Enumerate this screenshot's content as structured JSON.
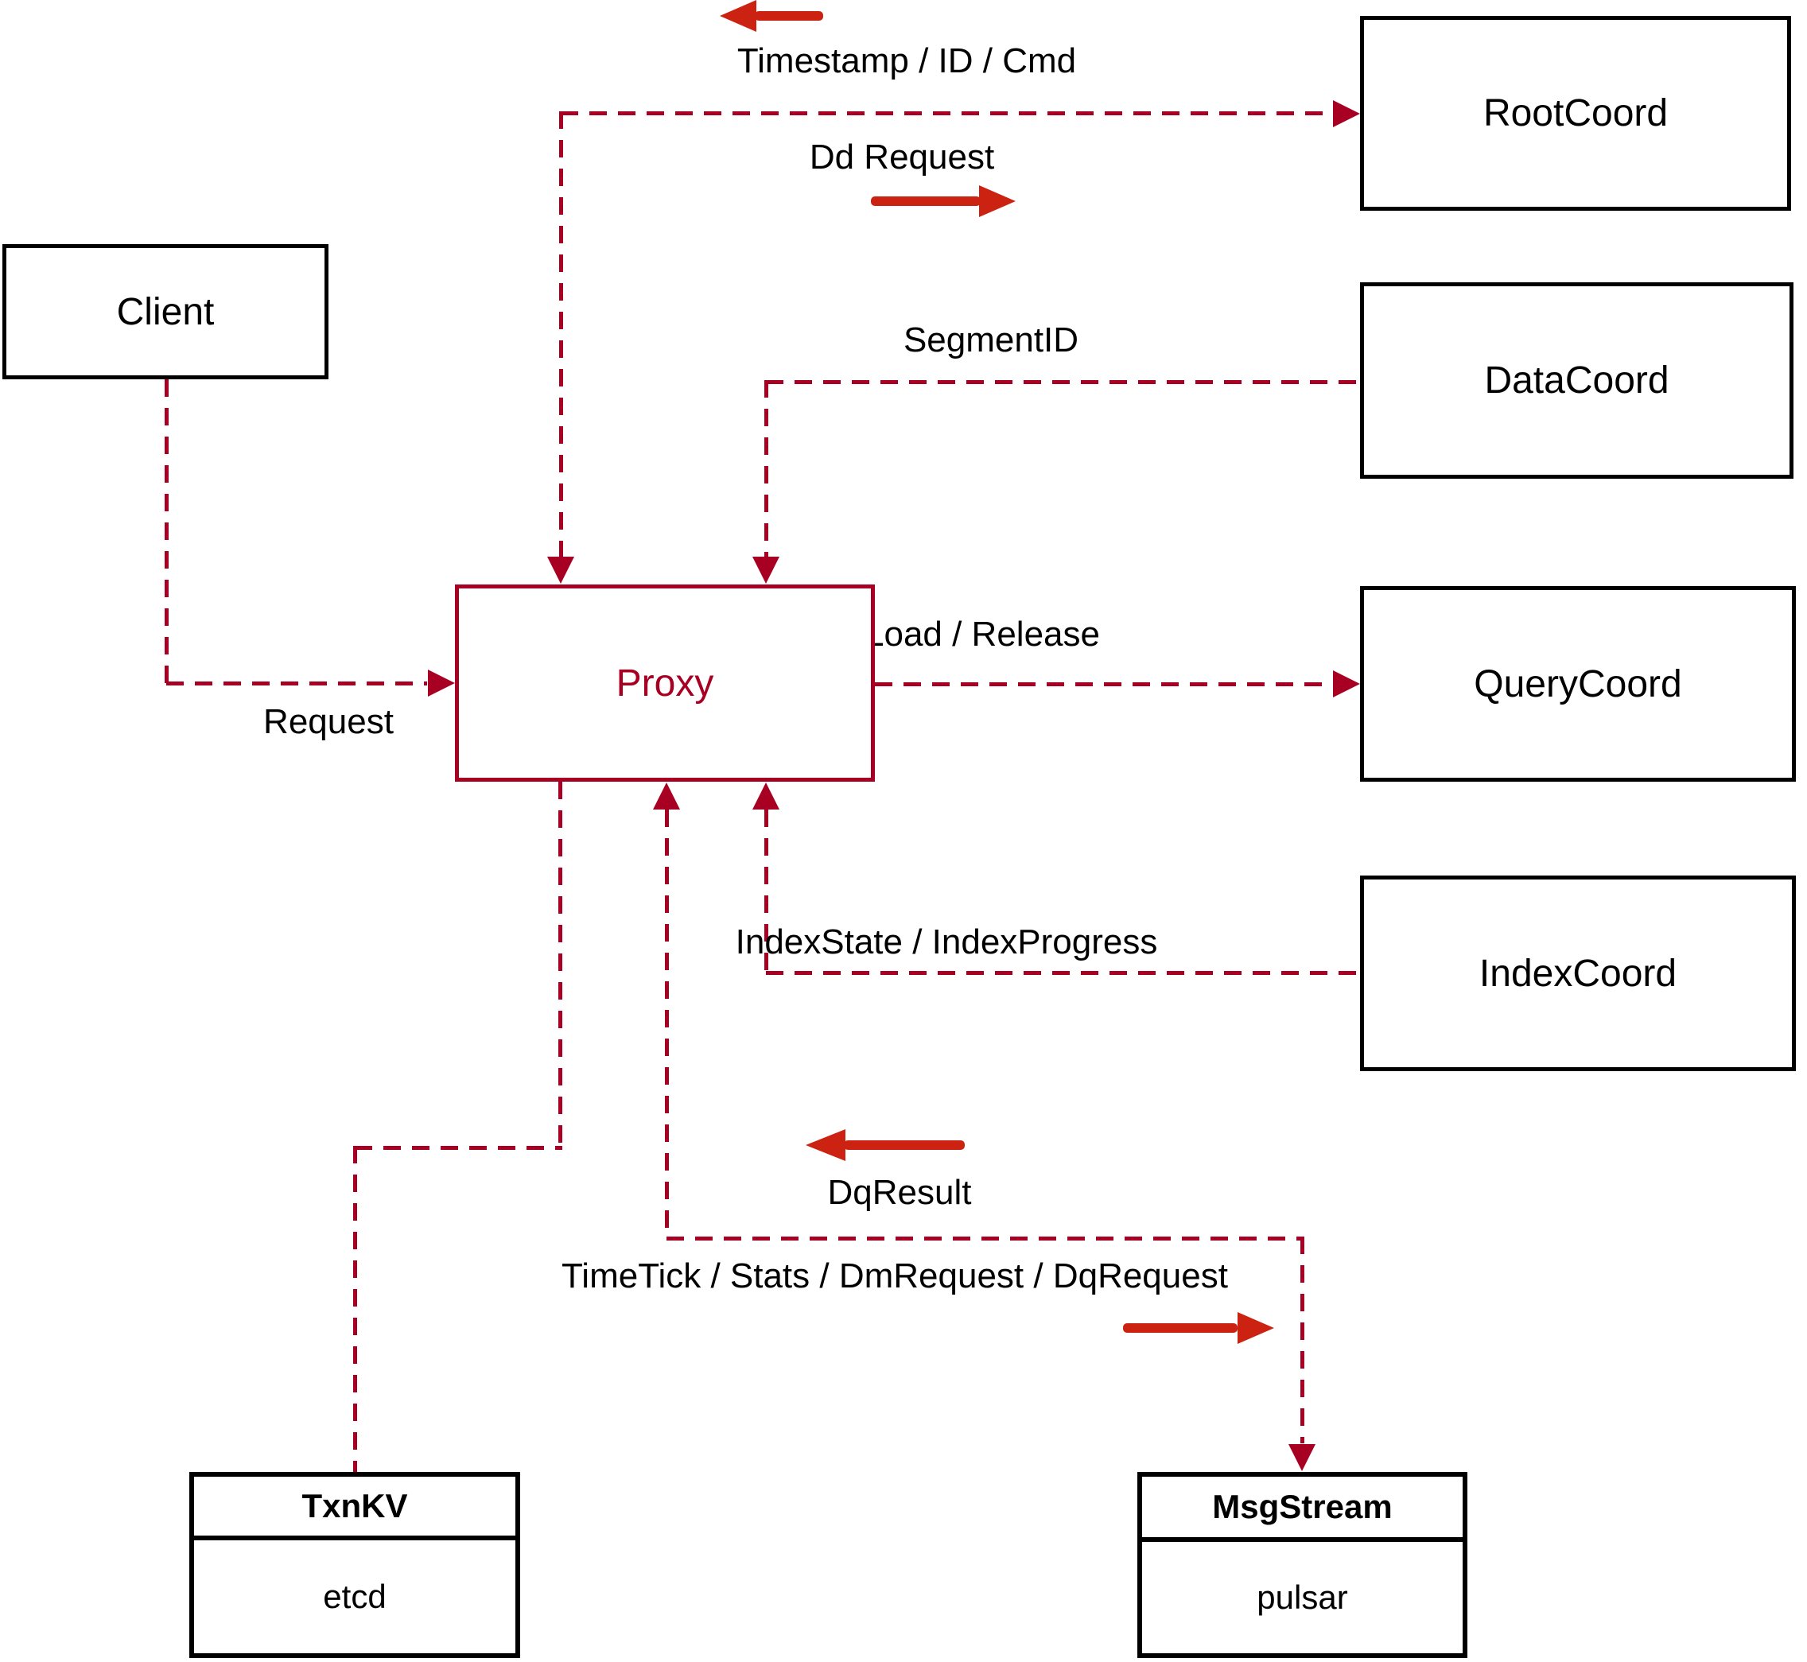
{
  "nodes": {
    "client": {
      "label": "Client"
    },
    "proxy": {
      "label": "Proxy"
    },
    "root_coord": {
      "label": "RootCoord"
    },
    "data_coord": {
      "label": "DataCoord"
    },
    "query_coord": {
      "label": "QueryCoord"
    },
    "index_coord": {
      "label": "IndexCoord"
    },
    "txn_kv": {
      "title": "TxnKV",
      "impl": "etcd"
    },
    "msg_stream": {
      "title": "MsgStream",
      "impl": "pulsar"
    }
  },
  "edge_labels": {
    "timestamp": "Timestamp / ID / Cmd",
    "dd_request": "Dd Request",
    "segment_id": "SegmentID",
    "load_release": "Load / Release",
    "request": "Request",
    "index_state": "IndexState / IndexProgress",
    "dq_result": "DqResult",
    "time_tick": "TimeTick / Stats / DmRequest / DqRequest"
  },
  "colors": {
    "line_red": "#a80022",
    "arrow_red": "#cc2211",
    "box_border": "#000000",
    "background": "#ffffff",
    "text": "#000000"
  }
}
